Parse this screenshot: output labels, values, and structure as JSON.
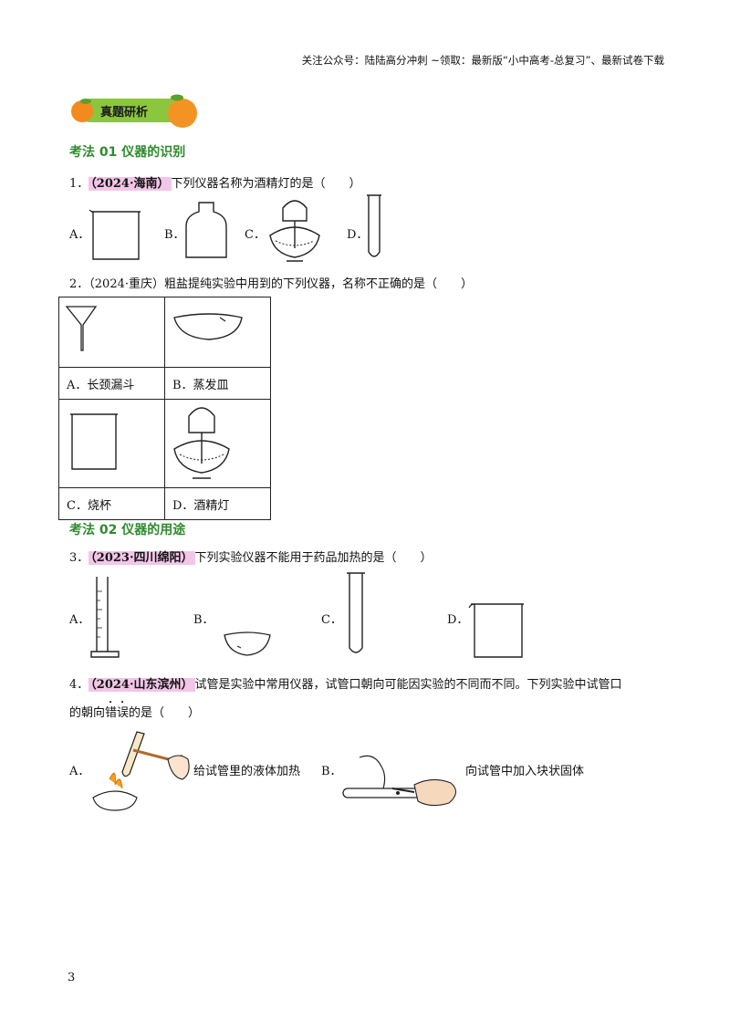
{
  "header_note": "关注公众号：陆陆高分冲刺  ~领取：最新版“小中高考-总复习”、最新试卷下载",
  "banner": {
    "label": "真题研析"
  },
  "sections": [
    {
      "title": "考法 01  仪器的识别"
    },
    {
      "title": "考法 02  仪器的用途"
    }
  ],
  "q1": {
    "num": "1．",
    "tag": "（2024·海南）",
    "text": "下列仪器名称为酒精灯的是（　　）",
    "options": [
      "A．",
      "B．",
      "C．",
      "D．"
    ]
  },
  "q2": {
    "num": "2．",
    "tag": "（2024·重庆）",
    "text": "粗盐提纯实验中用到的下列仪器，名称不正确的是（　　）",
    "cells": [
      "A．长颈漏斗",
      "B．蒸发皿",
      "C．烧杯",
      "D．酒精灯"
    ]
  },
  "q3": {
    "num": "3．",
    "tag": "（2023·四川绵阳）",
    "text": "下列实验仪器不能用于药品加热的是（　　）",
    "options": [
      "A．",
      "B．",
      "C．",
      "D．"
    ]
  },
  "q4": {
    "num": "4．",
    "tag": "（2024·山东滨州）",
    "text_line1": "试管是实验中常用仪器，试管口朝向可能因实验的不同而不同。下列实验中试管口",
    "text_line2_pre": "的朝向",
    "text_line2_em": "错误",
    "text_line2_post": "的是（　　）",
    "options": [
      {
        "label": "A．",
        "caption": "给试管里的液体加热"
      },
      {
        "label": "B．",
        "caption": "向试管中加入块状固体"
      }
    ]
  },
  "page_number": "3"
}
